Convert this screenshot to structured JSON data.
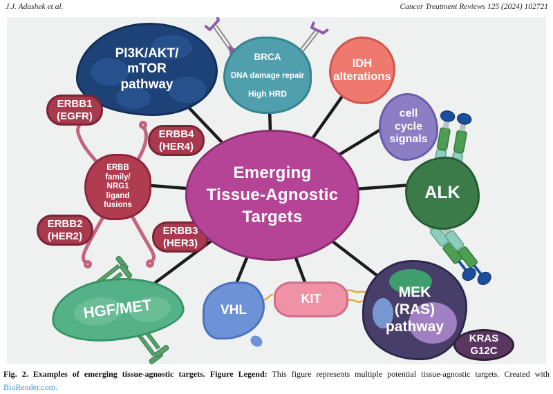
{
  "header": {
    "left": "J.J. Adashek et al.",
    "right": "Cancer Treatment Reviews 125 (2024) 102721"
  },
  "figure": {
    "background": "#eef1ef",
    "spoke_color": "#1c1c1c"
  },
  "center": {
    "label": "Emerging\nTissue-Agnostic\nTargets",
    "fill": "#b64496",
    "border": "#8a2e72"
  },
  "nodes": {
    "pi3k": {
      "label": "PI3K/AKT/\nmTOR\npathway",
      "fill": "#1d4277",
      "border": "#142f58"
    },
    "brca": {
      "lines": [
        "BRCA",
        "DNA damage repair",
        "High HRD"
      ],
      "fill": "#4f9fac",
      "border": "#37828f"
    },
    "idh": {
      "label": "IDH\nalterations",
      "fill": "#ef796f",
      "border": "#d0564e"
    },
    "cellcycle": {
      "label": "cell\ncycle\nsignals",
      "fill": "#8b7ec5",
      "border": "#6a5caa"
    },
    "alk": {
      "label": "ALK",
      "fill": "#3b7b49",
      "border": "#265c33"
    },
    "mek": {
      "label": "MEK\n(RAS)\npathway",
      "fill": "#473f6a",
      "border": "#2e284c"
    },
    "kras": {
      "label": "KRAS\nG12C",
      "fill": "#5a3660",
      "border": "#31203a"
    },
    "kit": {
      "label": "KIT",
      "fill": "#ef92a5",
      "border": "#d06e88"
    },
    "vhl": {
      "label": "VHL",
      "fill": "#6e92d7",
      "border": "#4c72bd"
    },
    "hgf": {
      "label": "HGF/MET",
      "fill": "#55b187",
      "border": "#379465"
    },
    "erbb_center": {
      "label": "ERBB\nfamily/\nNRG1\nligand\nfusions",
      "fill": "#b13c50",
      "border": "#88283a"
    },
    "erbb1": {
      "label": "ERBB1\n(EGFR)",
      "fill": "#a93a4d",
      "border": "#7a2335"
    },
    "erbb4": {
      "label": "ERBB4\n(HER4)",
      "fill": "#a93a4d",
      "border": "#7a2335"
    },
    "erbb2": {
      "label": "ERBB2\n(HER2)",
      "fill": "#a93a4d",
      "border": "#7a2335"
    },
    "erbb3": {
      "label": "ERBB3\n(HER3)",
      "fill": "#a93a4d",
      "border": "#7a2335"
    }
  },
  "caption": {
    "fig_bold": "Fig. 2. Examples of emerging tissue-agnostic targets. Figure Legend:",
    "rest": " This figure represents multiple potential tissue-agnostic targets. Created with ",
    "link": "BioRender.com.",
    "link_color": "#3e9bd3"
  }
}
